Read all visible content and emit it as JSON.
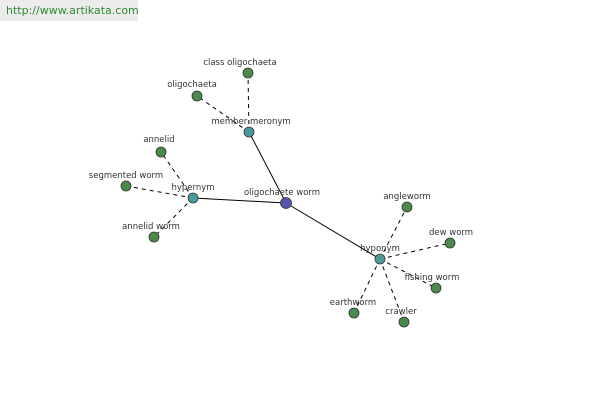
{
  "header": {
    "url": "http://www.artikata.com"
  },
  "colors": {
    "center": "#5555aa",
    "relation": "#4a9a9a",
    "word": "#4a8a4a"
  },
  "graph": {
    "center": {
      "label": "oligochaete worm"
    },
    "relations": [
      {
        "id": "member-meronym",
        "label": "member meronym",
        "words": [
          "class oligochaeta",
          "oligochaeta"
        ]
      },
      {
        "id": "hypernym",
        "label": "hypernym",
        "words": [
          "annelid",
          "segmented worm",
          "annelid worm"
        ]
      },
      {
        "id": "hyponym",
        "label": "hyponym",
        "words": [
          "angleworm",
          "dew worm",
          "fishing worm",
          "crawler",
          "earthworm"
        ]
      }
    ]
  }
}
